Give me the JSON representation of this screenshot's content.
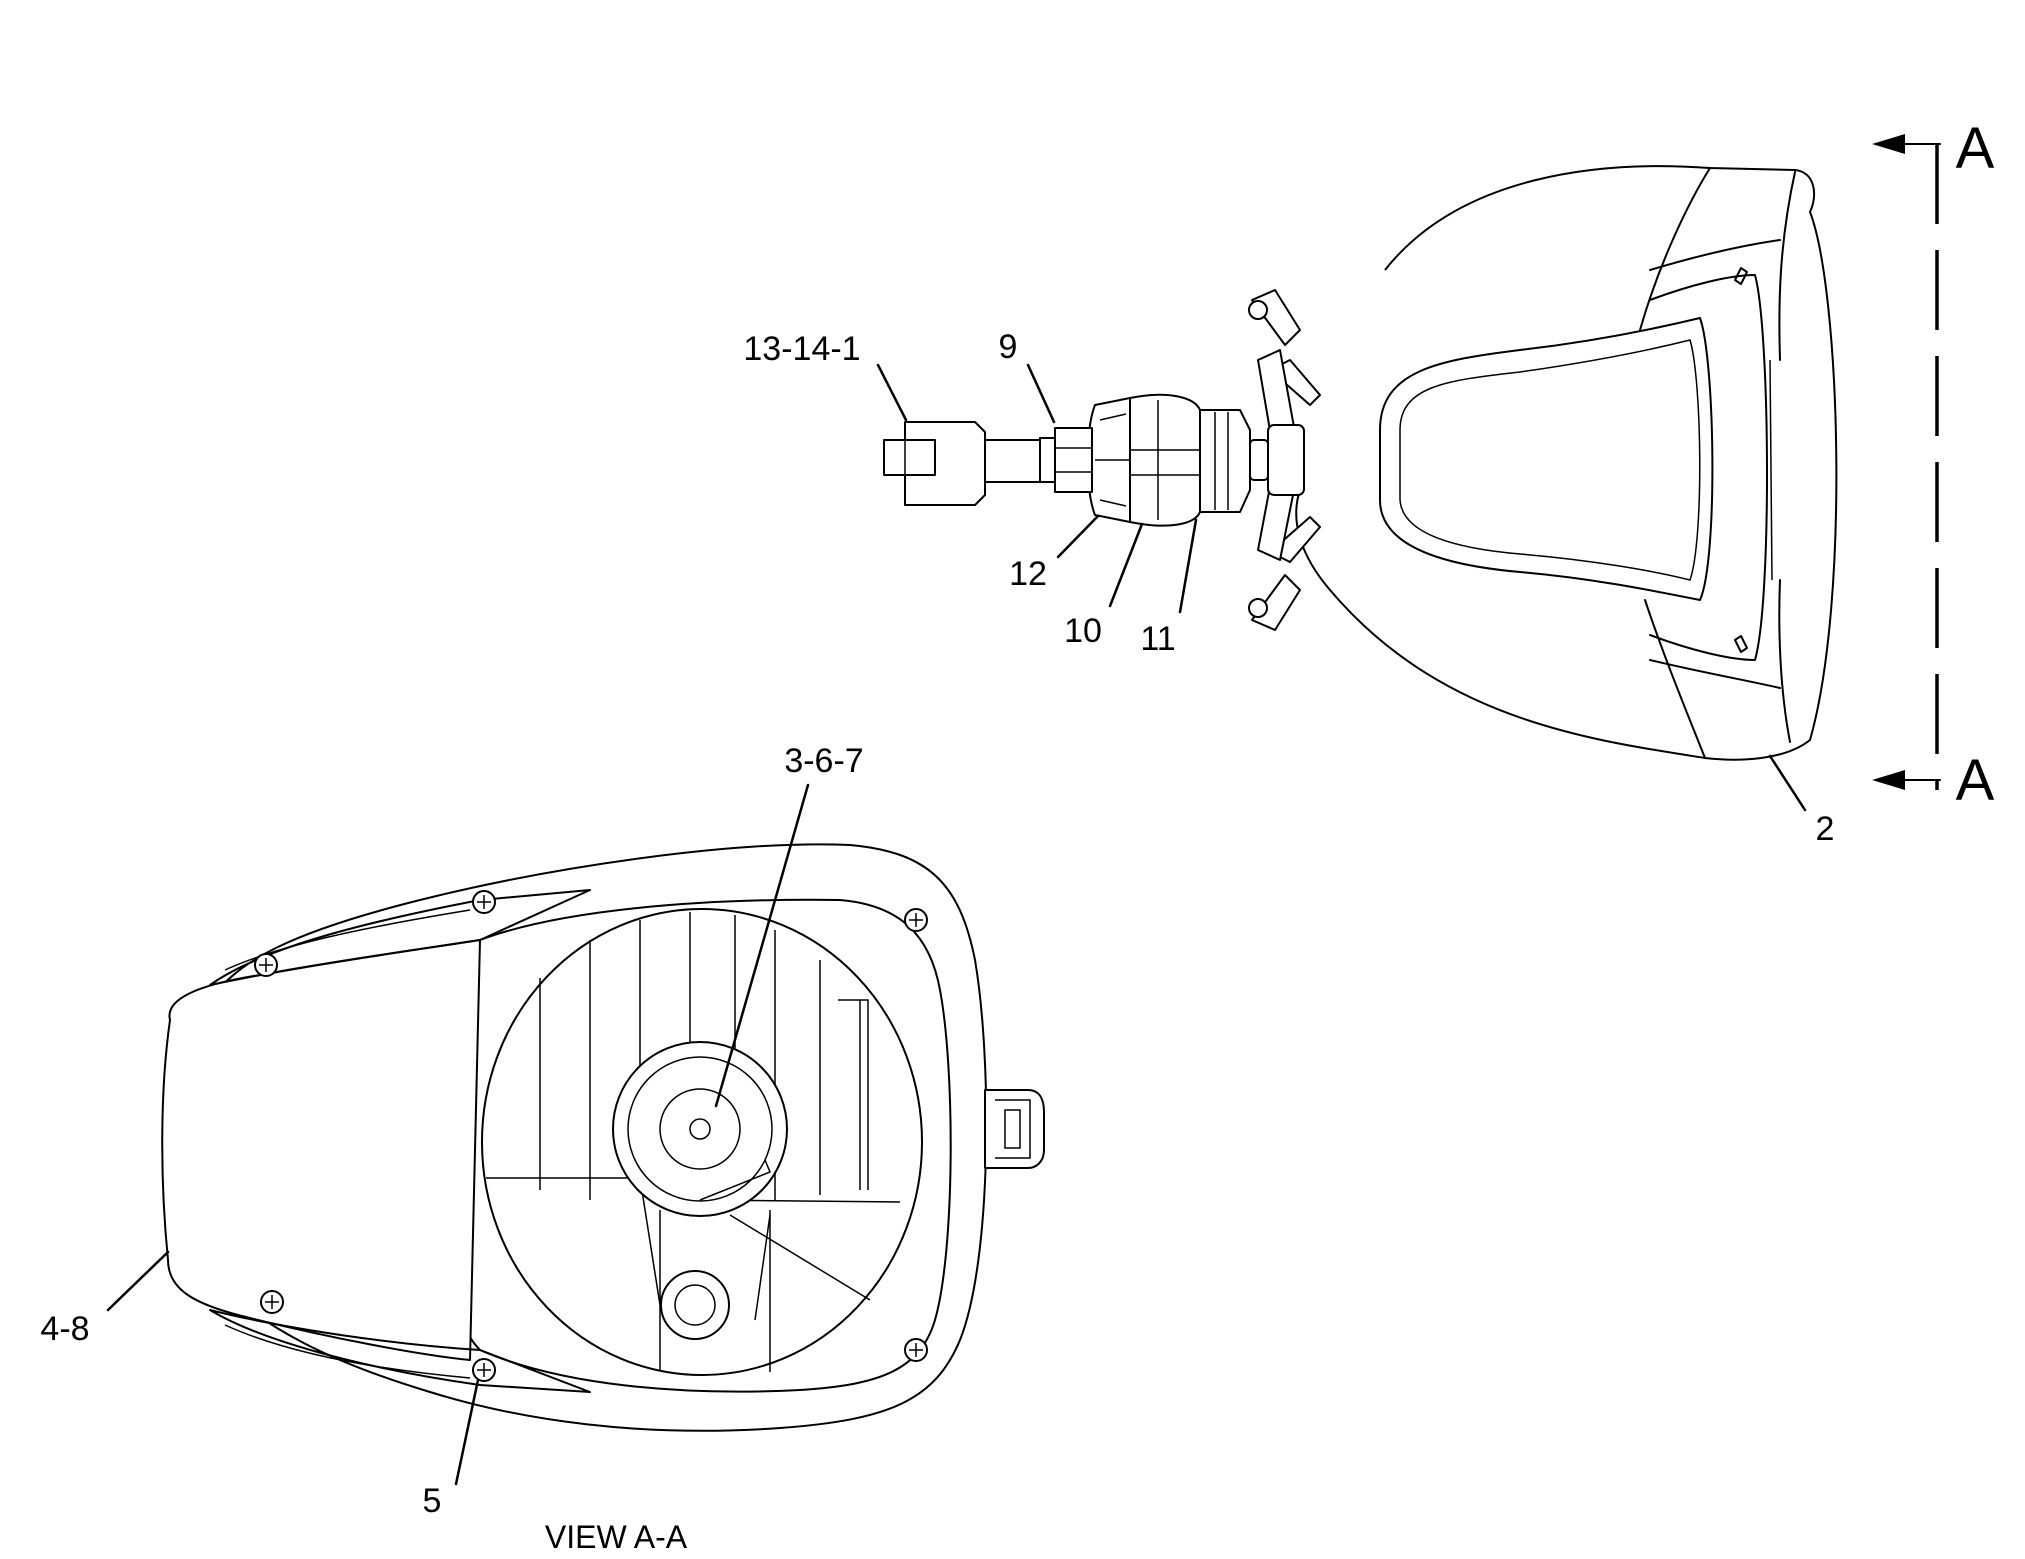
{
  "callouts": {
    "c_13_14_1": "13-14-1",
    "c_9": "9",
    "c_12": "12",
    "c_10": "10",
    "c_11": "11",
    "c_2": "2",
    "c_3_6_7": "3-6-7",
    "c_4_8": "4-8",
    "c_5": "5"
  },
  "section_marker": {
    "top": "A",
    "bottom": "A"
  },
  "view_caption": "VIEW A-A"
}
